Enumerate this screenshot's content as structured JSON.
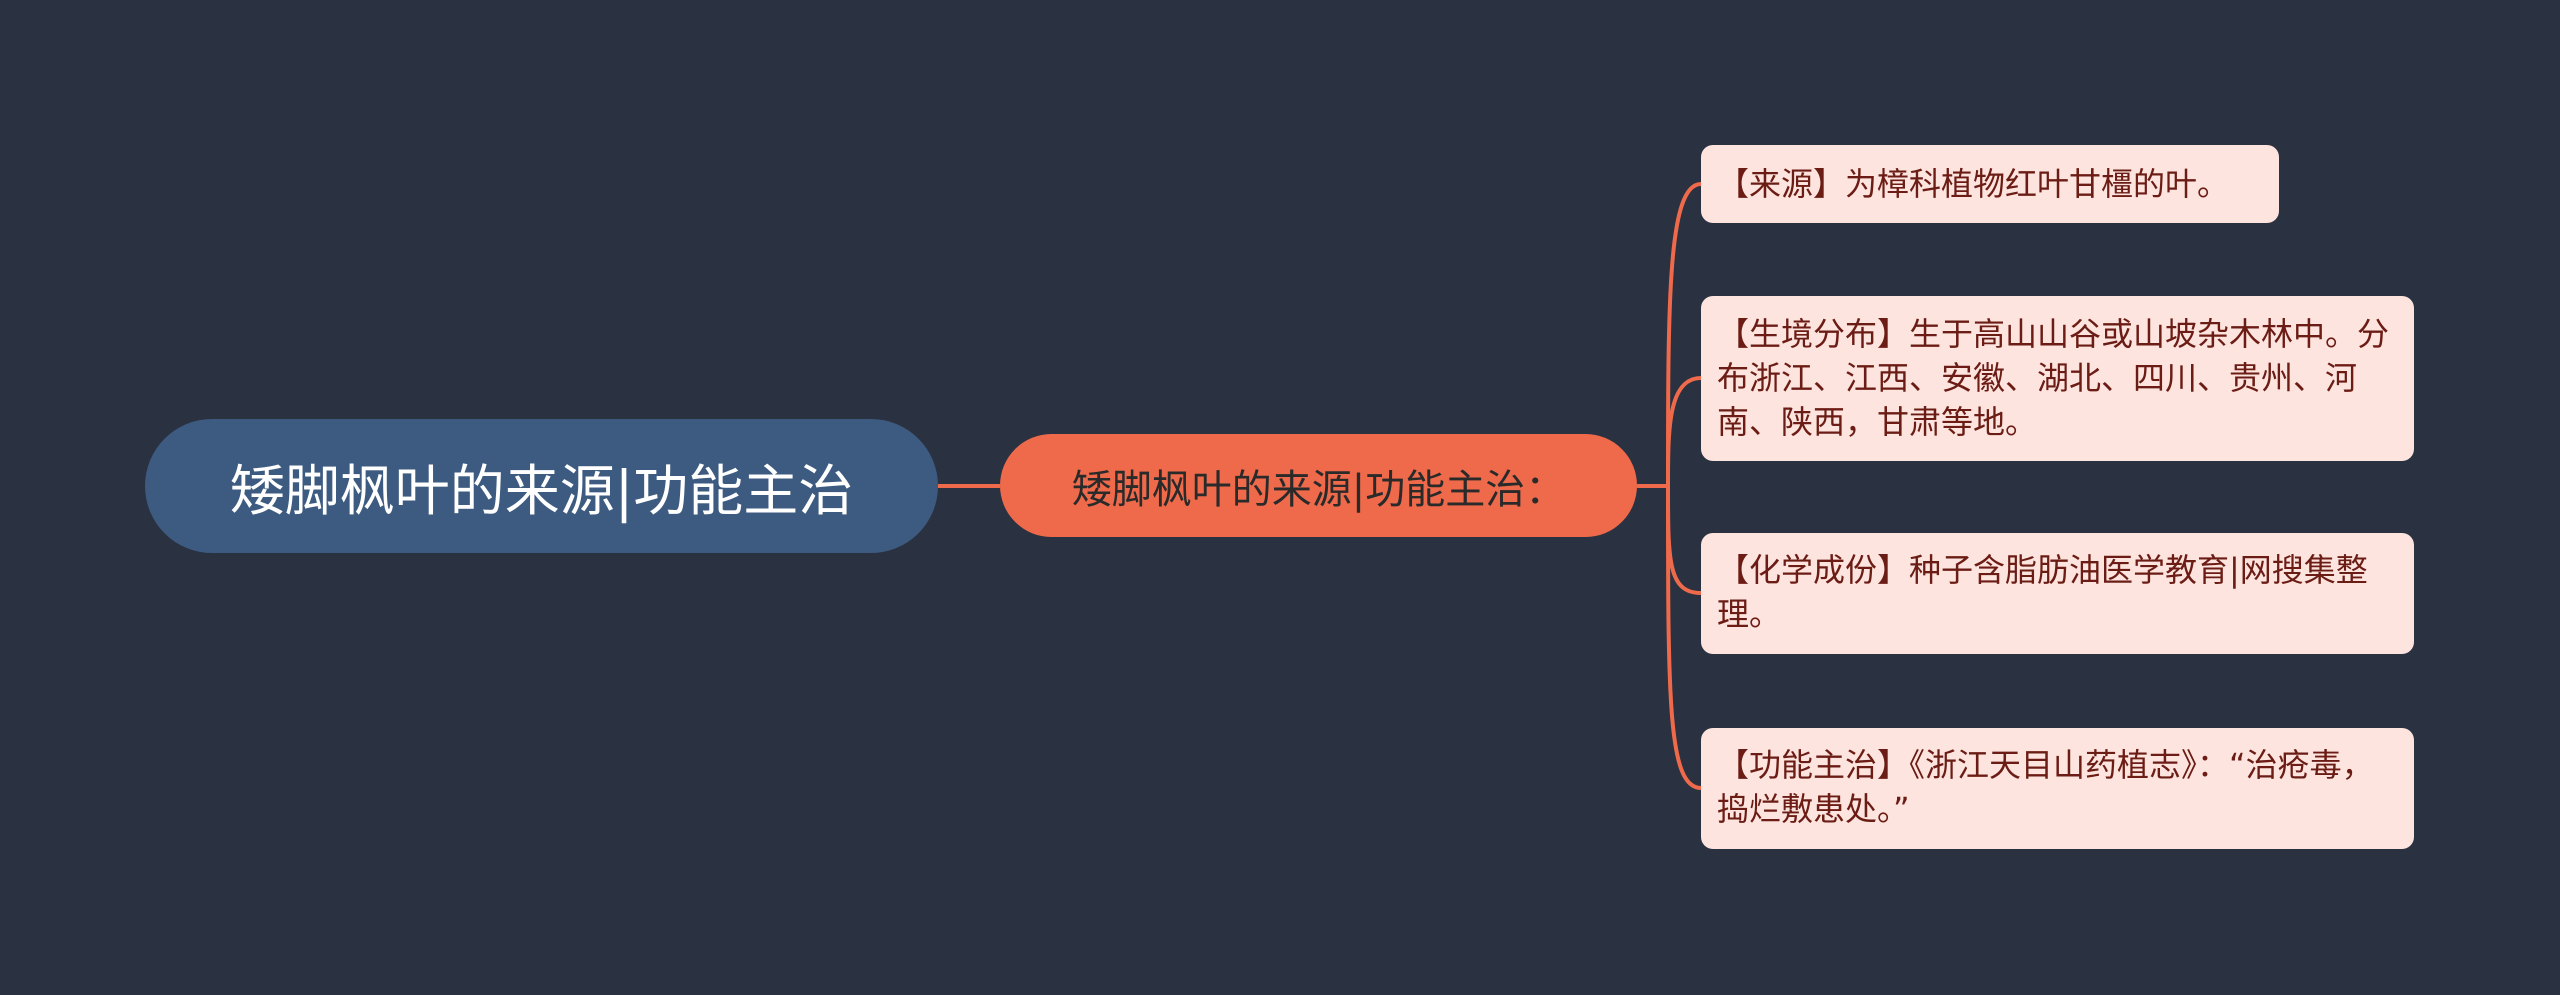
{
  "root": {
    "label": "矮脚枫叶的来源|功能主治"
  },
  "mid": {
    "label": "矮脚枫叶的来源|功能主治："
  },
  "leaves": [
    {
      "text": "【来源】为樟科植物红叶甘橿的叶。"
    },
    {
      "text": "【生境分布】生于高山山谷或山坡杂木林中。分布浙江、江西、安徽、湖北、四川、贵州、河南、陕西，甘肃等地。"
    },
    {
      "text": "【化学成份】种子含脂肪油医学教育|网搜集整理。"
    },
    {
      "text": "【功能主治】《浙江天目山药植志》：“治疮毒，捣烂敷患处。”"
    }
  ],
  "colors": {
    "background": "#2a3140",
    "root_fill": "#3d5b80",
    "mid_fill": "#ef6a4b",
    "leaf_fill": "#fde4df",
    "connector": "#ef6a4b",
    "leaf_text": "#6b1c14"
  }
}
